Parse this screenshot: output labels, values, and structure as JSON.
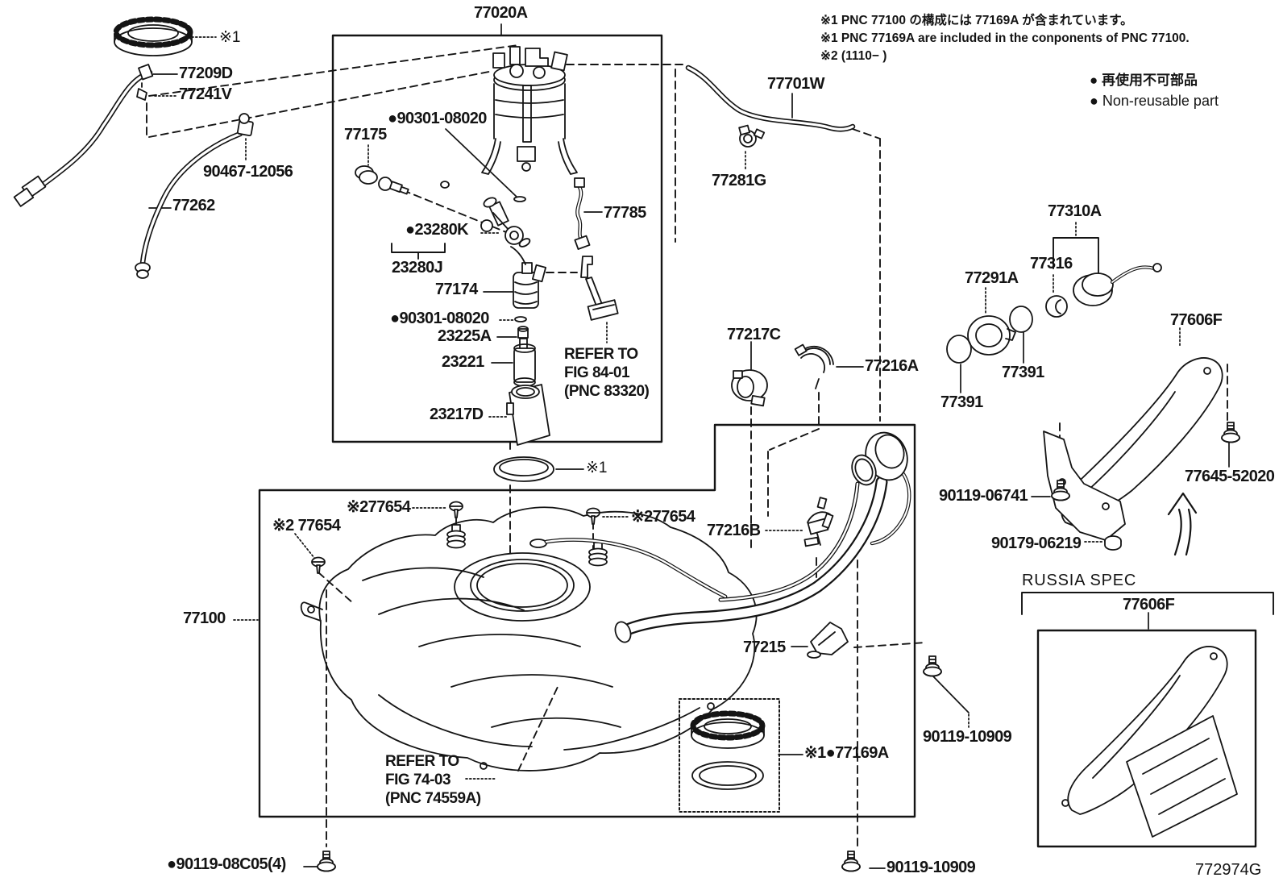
{
  "colors": {
    "ink": "#141414",
    "background": "#ffffff"
  },
  "notes": {
    "line1": "※1 PNC 77100 の構成には 77169A が含まれています。",
    "line2": "※1 PNC 77169A are included in the conponents of PNC 77100.",
    "line3": "※2 (1110−    )"
  },
  "legend": {
    "non_reusable_jp": "● 再使用不可部品",
    "non_reusable_en": "● Non-reusable part"
  },
  "refs": {
    "fig84": {
      "l1": "REFER TO",
      "l2": "FIG 84-01",
      "l3": "(PNC 83320)"
    },
    "fig74": {
      "l1": "REFER TO",
      "l2": "FIG 74-03",
      "l3": "(PNC 74559A)"
    }
  },
  "russia": {
    "title": "RUSSIA SPEC",
    "part": "77606F"
  },
  "figure_code": "772974G",
  "parts": {
    "p77020A": "77020A",
    "mark1_lockring": "※1",
    "p77209D": "77209D",
    "p77241V": "77241V",
    "p90467_12056": "90467-12056",
    "p77262": "77262",
    "p90301_08020_a": "●90301-08020",
    "p77175": "77175",
    "p23280K": "●23280K",
    "p23280J": "23280J",
    "p77174": "77174",
    "p90301_08020_b": "●90301-08020",
    "p23225A": "23225A",
    "p23221": "23221",
    "p23217D": "23217D",
    "p77785": "77785",
    "p77701W": "77701W",
    "p77281G": "77281G",
    "p77310A": "77310A",
    "p77316": "77316",
    "p77291A": "77291A",
    "p77391_a": "77391",
    "p77391_b": "77391",
    "p77217C": "77217C",
    "p77216A": "77216A",
    "p77606F_top": "77606F",
    "mark1_gasket": "※1",
    "p77654_a": "※277654",
    "p77654_b": "※2 77654",
    "p77654_c": "※277654",
    "p77100": "77100",
    "p77216B": "77216B",
    "p77215": "77215",
    "p77169A": "※1●77169A",
    "p90119_10909_r": "90119-10909",
    "p90119_06741": "90119-06741",
    "p90179_06219": "90179-06219",
    "p77645_52020": "77645-52020",
    "p90119_08C05": "●90119-08C05(4)",
    "p90119_10909_b": "90119-10909"
  }
}
